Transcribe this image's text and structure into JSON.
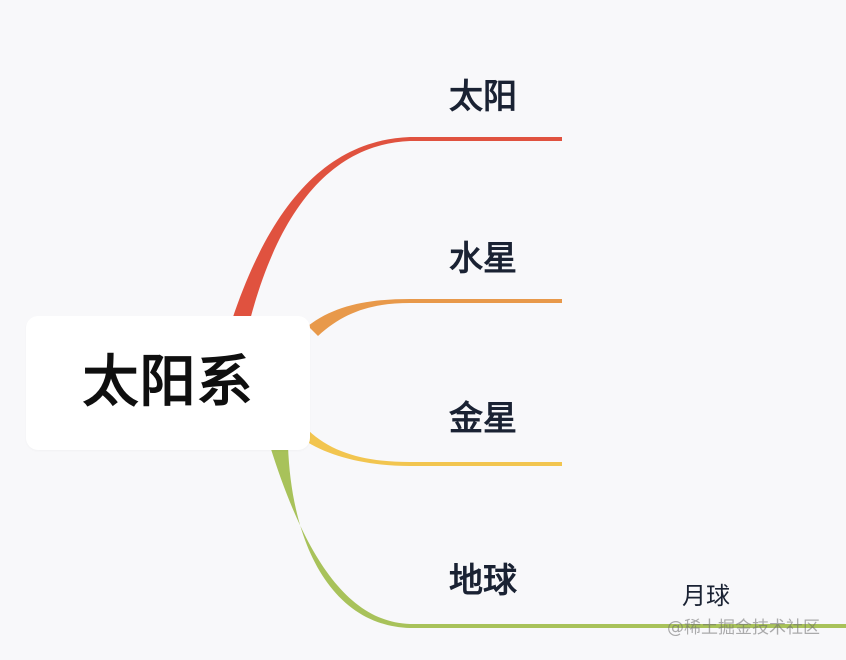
{
  "mindmap": {
    "root": {
      "label": "太阳系"
    },
    "branches": [
      {
        "label": "太阳",
        "color": "#e0523f"
      },
      {
        "label": "水星",
        "color": "#e8994a"
      },
      {
        "label": "金星",
        "color": "#f2c54f"
      },
      {
        "label": "地球",
        "color": "#a8c25a",
        "children": [
          {
            "label": "月球"
          }
        ]
      }
    ]
  },
  "watermark": "@稀土掘金技术社区"
}
